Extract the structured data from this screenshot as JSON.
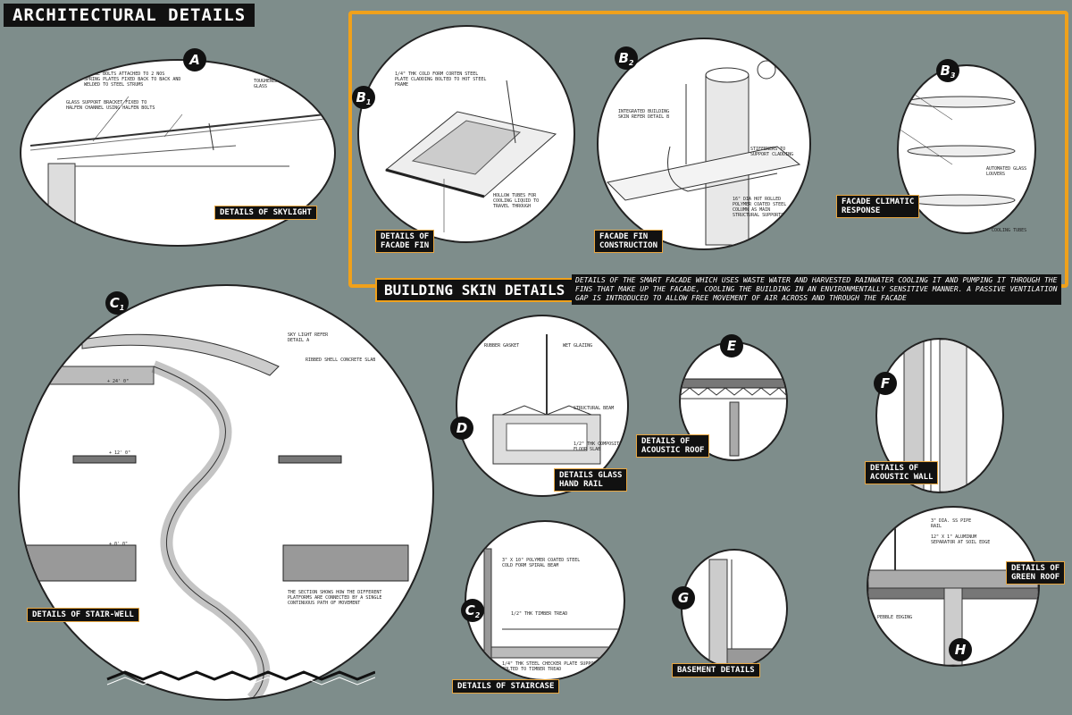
{
  "page_title": "ARCHITECTURAL DETAILS",
  "skin": {
    "title": "BUILDING SKIN DETAILS",
    "description": "DETAILS OF THE SMART FACADE WHICH USES WASTE WATER AND HARVESTED RAINWATER COOLING IT AND PUMPING IT THROUGH THE FINS THAT MAKE UP THE FACADE, COOLING THE BUILDING IN AN ENVIRONMENTALLY SENSITIVE MANNER. A PASSIVE VENTILATION GAP IS INTRODUCED TO ALLOW FREE MOVEMENT OF AIR ACROSS AND THROUGH THE FACADE"
  },
  "details": {
    "A": {
      "tag": "A",
      "label": "DETAILS OF SKYLIGHT"
    },
    "B1": {
      "tag": "B",
      "sub": "1",
      "label": "DETAILS OF\nFACADE FIN"
    },
    "B2": {
      "tag": "B",
      "sub": "2",
      "label": "FACADE FIN\nCONSTRUCTION"
    },
    "B3": {
      "tag": "B",
      "sub": "3",
      "label": "FACADE CLIMATIC\nRESPONSE"
    },
    "C1": {
      "tag": "C",
      "sub": "1",
      "label": "DETAILS OF STAIR-WELL"
    },
    "C2": {
      "tag": "C",
      "sub": "2",
      "label": "DETAILS OF STAIRCASE"
    },
    "D": {
      "tag": "D",
      "label": "DETAILS GLASS\nHAND RAIL"
    },
    "E": {
      "tag": "E",
      "label": "DETAILS OF\nACOUSTIC ROOF"
    },
    "F": {
      "tag": "F",
      "label": "DETAILS OF\nACOUSTIC WALL"
    },
    "G": {
      "tag": "G",
      "label": "BASEMENT DETAILS"
    },
    "H": {
      "tag": "H",
      "label": "DETAILS OF\nGREEN ROOF"
    }
  },
  "annotations": {
    "a1": "FLANGE BOLTS ATTACHED TO 2 NOS SPRING PLATES FIXED BACK TO BACK AND WELDED TO STEEL STRUMS",
    "a2": "GLASS SUPPORT BRACKET FIXED TO HALFEN CHANNEL USING HALFEN BOLTS",
    "a3": "TOUGHENED LAMINATED GLASS",
    "b1": "1/4\" THK COLD FORM CORTEN STEEL PLATE CLADDING BOLTED TO HOT STEEL FRAME",
    "b2": "HOLLOW TUBES FOR COOLING LIQUID TO TRAVEL THROUGH",
    "b3": "INTEGRATED BUILDING SKIN REFER DETAIL B",
    "b4": "STIFFENERS TO SUPPORT CLADDING",
    "b5": "16\" DIA HOT ROLLED POLYMER COATED STEEL COLUMN AS MAIN STRUCTURAL SUPPORTS",
    "b6": "AUTOMATED GLASS LOUVERS",
    "b7": "COOLING TUBES",
    "c1": "SKY LIGHT REFER DETAIL A",
    "c2": "RIBBED SHELL CONCRETE SLAB",
    "c3": "THE SECTION SHOWS HOW THE DIFFERENT PLATFORMS ARE CONNECTED BY A SINGLE CONTINUOUS PATH OF MOVEMENT",
    "d1": "RUBBER GASKET",
    "d2": "WET GLAZING",
    "d3": "STRUCTURAL BEAM",
    "d4": "1/2\" THK COMPOSITE FLOOR SLAB",
    "c21": "3\" X 10\" POLYMER COATED STEEL COLD FORM SPIRAL BEAM",
    "c22": "1/2\" THK TIMBER TREAD",
    "c23": "1/4\" THK STEEL CHECKER PLATE SUPPORT BOLTED TO TIMBER TREAD",
    "h1": "3\" DIA. SS PIPE RAIL",
    "h2": "12\" X 1\" ALUMINUM SEPARATOR AT SOIL EDGE",
    "h3": "PEBBLE EDGING"
  },
  "levels": {
    "l1": "+ 24' 0\"",
    "l2": "+ 12' 0\"",
    "l3": "+ 0' 0\""
  }
}
